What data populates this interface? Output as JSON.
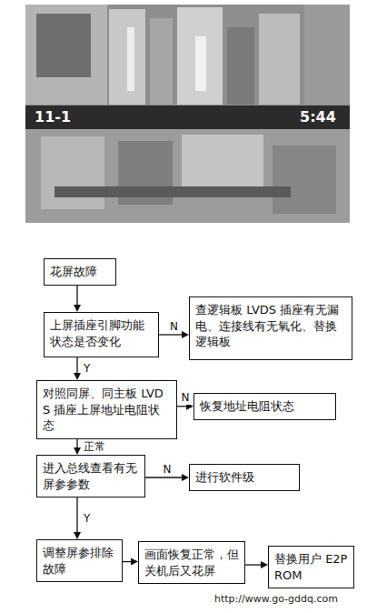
{
  "diagram": {
    "nodes": [
      {
        "text": [
          "花屏故障"
        ]
      },
      {
        "text": [
          "上屏插座引脚功能状态是否变化"
        ]
      },
      {
        "text": [
          "查逻辑板 LVDS 插座有无漏电、连接线有无氧化、替换逻辑板"
        ]
      },
      {
        "text": [
          "对照同屏、同主板 LVDS 插座上屏地址电阻状态"
        ]
      },
      {
        "text": [
          "恢复地址电阻状态"
        ]
      },
      {
        "text": [
          "进入总线查看有无屏参参数"
        ]
      },
      {
        "text": [
          "进行软件级"
        ]
      },
      {
        "text": [
          "调整屏参排除故障"
        ]
      },
      {
        "text": [
          "画面恢复正常，但关机后又花屏"
        ]
      },
      {
        "text": [
          "替换用户 E2PROM"
        ]
      }
    ],
    "edges": [
      {
        "from": 0,
        "to": 1,
        "arrow": "to"
      },
      {
        "from": 1,
        "to": 2,
        "arrow": "to",
        "label": "N"
      },
      {
        "from": 1,
        "to": 3,
        "arrow": "to",
        "label": "Y"
      },
      {
        "from": 3,
        "to": 4,
        "arrow": "to",
        "label": "N"
      },
      {
        "from": 3,
        "to": 5,
        "arrow": "to",
        "label": "正常"
      },
      {
        "from": 5,
        "to": 6,
        "arrow": "to",
        "label": "N"
      },
      {
        "from": 5,
        "to": 7,
        "arrow": "to",
        "label": "Y"
      },
      {
        "from": 7,
        "to": 8,
        "arrow": "to"
      },
      {
        "from": 8,
        "to": 9,
        "arrow": "to"
      }
    ],
    "labels": [
      "11-1",
      "5:44",
      "http://www.go-gddq.com"
    ]
  }
}
